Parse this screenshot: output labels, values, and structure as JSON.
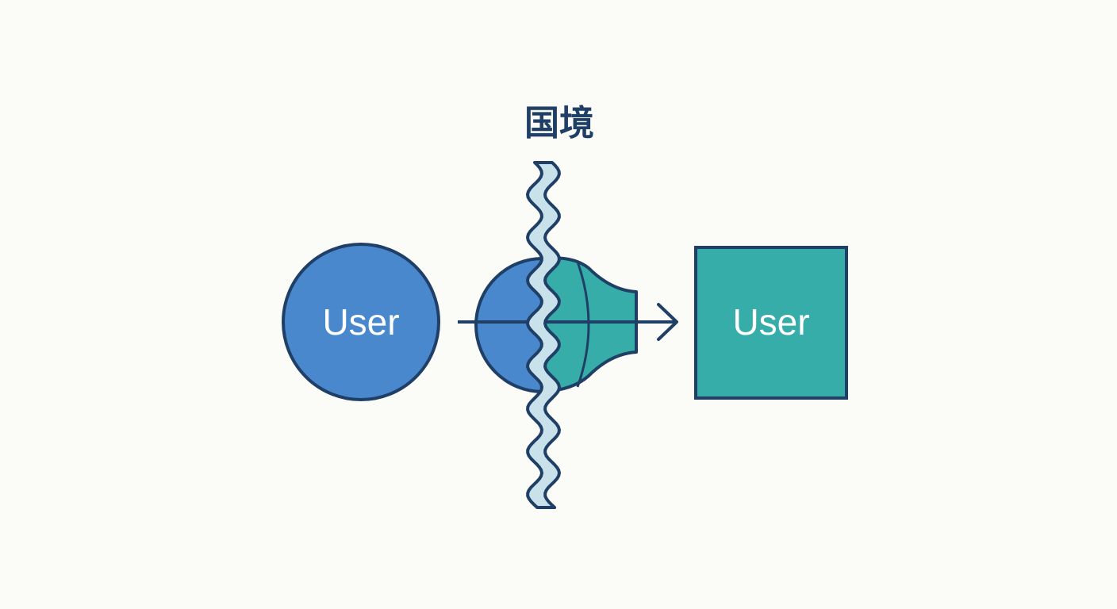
{
  "border_label": "国境",
  "left_node": {
    "label": "User",
    "shape": "circle"
  },
  "right_node": {
    "label": "User",
    "shape": "square"
  },
  "colors": {
    "background": "#fbfbf8",
    "outline": "#1f3f66",
    "blue_fill": "#4a88ce",
    "teal_fill": "#36ada8",
    "border_fill": "#c9e1ea",
    "text_light": "#ffffff",
    "title": "#1f3f66"
  },
  "icons": {
    "border": "wavy-border-line",
    "arrow": "arrow-right-icon"
  }
}
